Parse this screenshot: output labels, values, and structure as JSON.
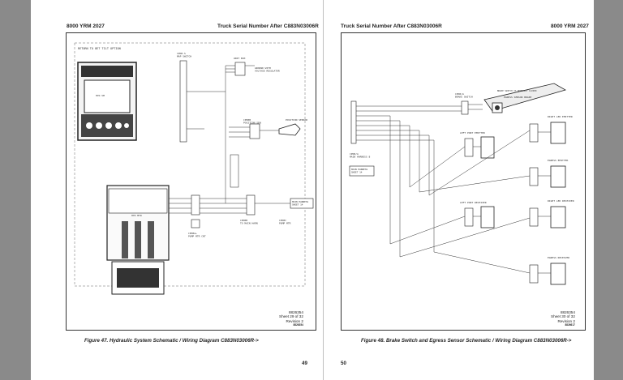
{
  "left_page": {
    "header_left": "8000 YRM 2027",
    "header_right": "Truck Serial Number After C883N03006R",
    "page_number": "49",
    "caption": "Figure 47. Hydraulic System Schematic / Wiring Diagram C883N03006R->",
    "sheet": {
      "doc_no": "8826354",
      "sheet": "Sheet 29 of 32",
      "revision": "Revision 2",
      "code": "8826354"
    },
    "labels": {
      "note": "RETURN TO 8ET TILT OPTION",
      "cpd": "CPD8-S\nMAP SWITCH",
      "unit_box": "UNIT BOX",
      "ground": "GROUND WITH\nVOLTAGE REGULATOR",
      "pos_sensor": "POSITION SENSOR",
      "cpd_pos": "CPD8B\nPOSITION SEN",
      "hyd_vm": "HYD VM",
      "main_harness": "MAIN HARNESS\nSHEET 14",
      "cpd_pump": "CPD8A+\nPUMP MTR CNT",
      "cpd_main": "CPD8B\nTO MAIN HARN",
      "cpd_pump2": "CPD8C\nPUMP MTR",
      "hyd_motor": "HYD MTR"
    }
  },
  "right_page": {
    "header_left": "Truck Serial Number After C883N03006R",
    "header_right": "8000 YRM 2027",
    "page_number": "50",
    "caption": "Figure 48. Brake Switch and Egress Sensor Schematic / Wiring Diagram C883N03006R->",
    "sheet": {
      "doc_no": "8826354",
      "sheet": "Sheet 30 of 32",
      "revision": "Revision 2",
      "code": "8826617"
    },
    "labels": {
      "brake_switch": "CPD8/A\nBRAKE SWITCH",
      "brake_note": "BRAKE SWITCH IS NORMALLY CLOSED",
      "egress_brake": "EGRESS SENSOR BRAKE",
      "right_led_emitter": "RIGHT LED EMITTER",
      "left_port_emitter": "LEFT PORT EMITTER",
      "egress_emitter": "EGRESS EMITTER",
      "left_port_receiver": "LEFT PORT RECEIVER",
      "right_led_receiver": "RIGHT LED RECEIVER",
      "egress_receiver": "EGRESS RECEIVER",
      "main_harness": "MAIN HARNESS\nSHEET 14",
      "cpd_sheet": "CPD8/A\nMAIN HARNESS 8"
    }
  }
}
